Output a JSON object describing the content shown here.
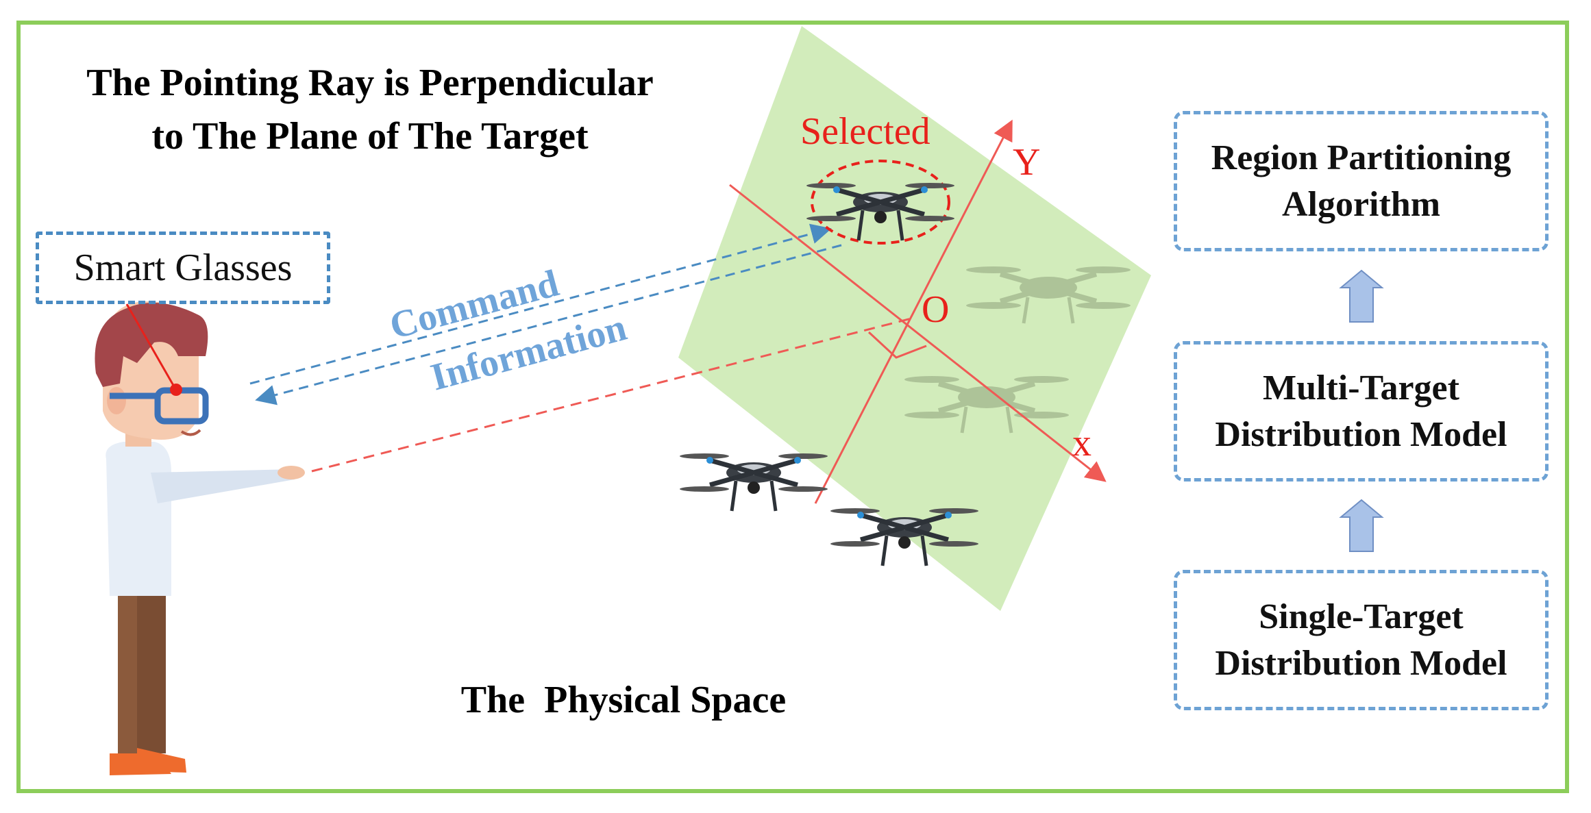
{
  "title": "The Pointing Ray is Perpendicular\nto The Plane of The Target",
  "space_label": "The  Physical Space",
  "smart_glasses_label": "Smart Glasses",
  "command_label": "Command",
  "information_label": "Information",
  "selected_label": "Selected",
  "axis_y_label": "Y",
  "axis_x_label": "x",
  "origin_label": "O",
  "pipeline": {
    "top": "Region Partitioning\nAlgorithm",
    "middle": "Multi-Target\nDistribution Model",
    "bottom": "Single-Target\nDistribution Model"
  },
  "colors": {
    "frame": "#8ccd5a",
    "plane": "#d2ecbb",
    "axis": "#ef5a55",
    "dashed_blue": "#4a8bc2",
    "arrow_fill": "#a9c2e8"
  }
}
